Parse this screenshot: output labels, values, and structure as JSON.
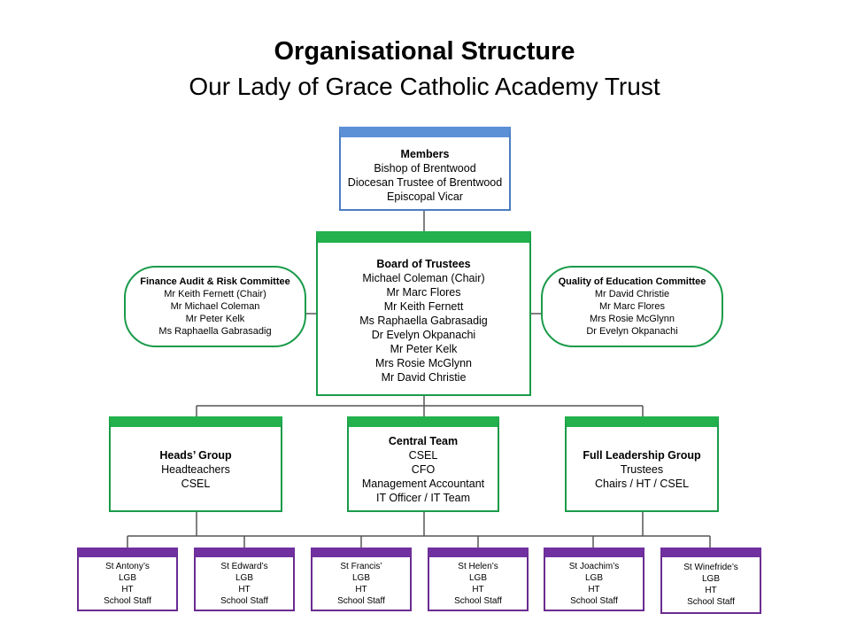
{
  "title": "Organisational Structure",
  "subtitle": "Our Lady of Grace Catholic Academy Trust",
  "members": {
    "heading": "Members",
    "lines": [
      "Bishop of Brentwood",
      "Diocesan Trustee of Brentwood",
      "Episcopal  Vicar"
    ]
  },
  "board": {
    "heading": "Board of Trustees",
    "lines": [
      "Michael Coleman (Chair)",
      "Mr Marc Flores",
      "Mr Keith Fernett",
      "Ms Raphaella Gabrasadig",
      "Dr Evelyn Okpanachi",
      "Mr Peter Kelk",
      "Mrs Rosie McGlynn",
      "Mr David Christie"
    ]
  },
  "finance": {
    "heading": "Finance Audit & Risk Committee",
    "lines": [
      "Mr Keith Fernett (Chair)",
      "Mr Michael Coleman",
      "Mr Peter Kelk",
      "Ms Raphaella Gabrasadig"
    ]
  },
  "quality": {
    "heading": "Quality of Education Committee",
    "lines": [
      "Mr David Christie",
      "Mr Marc Flores",
      "Mrs Rosie McGlynn",
      "Dr Evelyn Okpanachi"
    ]
  },
  "heads": {
    "heading": "Heads’ Group",
    "lines": [
      "Headteachers",
      "CSEL"
    ]
  },
  "central": {
    "heading": "Central Team",
    "lines": [
      "CSEL",
      "CFO",
      "Management Accountant",
      "IT Officer / IT Team"
    ]
  },
  "leadership": {
    "heading": "Full Leadership Group",
    "lines": [
      "Trustees",
      "Chairs / HT / CSEL"
    ]
  },
  "schools": [
    {
      "name": "St Antony’s",
      "lines": [
        "LGB",
        "HT",
        "School  Staff"
      ]
    },
    {
      "name": "St Edward’s",
      "lines": [
        "LGB",
        "HT",
        "School  Staff"
      ]
    },
    {
      "name": "St Francis’",
      "lines": [
        "LGB",
        "HT",
        "School  Staff"
      ]
    },
    {
      "name": "St Helen’s",
      "lines": [
        "LGB",
        "HT",
        "School  Staff"
      ]
    },
    {
      "name": "St Joachim’s",
      "lines": [
        "LGB",
        "HT",
        "School  Staff"
      ]
    },
    {
      "name": "St Winefride’s",
      "lines": [
        "LGB",
        "HT",
        "School Staff"
      ]
    }
  ]
}
